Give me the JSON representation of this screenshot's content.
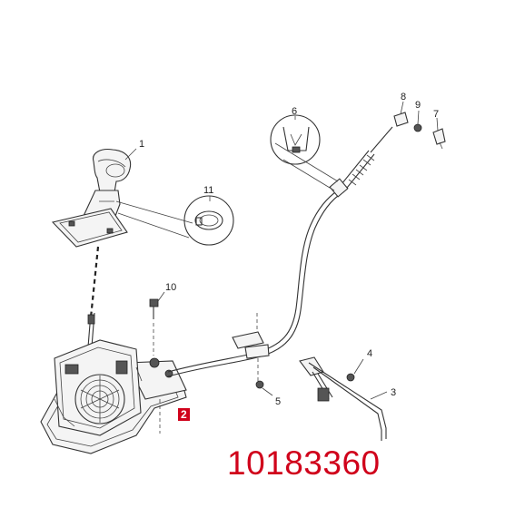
{
  "diagram": {
    "part_number": "10183360",
    "badge": "2",
    "colors": {
      "accent": "#d0021b",
      "line": "#333333",
      "background": "#ffffff"
    },
    "callouts": [
      {
        "id": "1",
        "label": "1"
      },
      {
        "id": "2",
        "label": "2"
      },
      {
        "id": "3",
        "label": "3"
      },
      {
        "id": "4",
        "label": "4"
      },
      {
        "id": "5",
        "label": "5"
      },
      {
        "id": "6",
        "label": "6"
      },
      {
        "id": "7",
        "label": "7"
      },
      {
        "id": "8",
        "label": "8"
      },
      {
        "id": "9",
        "label": "9"
      },
      {
        "id": "10",
        "label": "10"
      },
      {
        "id": "11",
        "label": "11"
      }
    ]
  }
}
